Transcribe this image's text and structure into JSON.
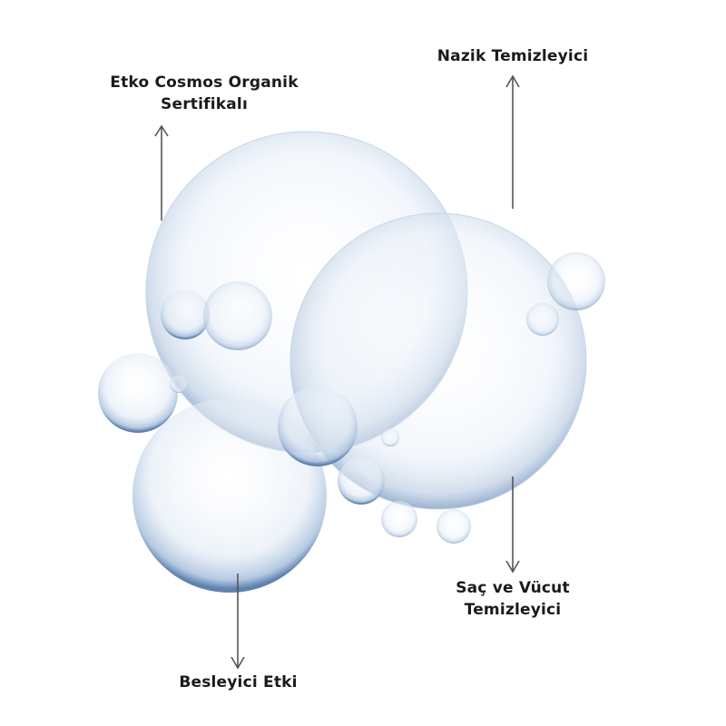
{
  "labels": {
    "top_left": [
      "Etko Cosmos Organik",
      "Sertifikalı"
    ],
    "top_right": [
      "Nazik Temizleyici"
    ],
    "bottom_left": [
      "Besleyici Etki"
    ],
    "bottom_right": [
      "Saç ve Vücut",
      "Temizleyici"
    ]
  },
  "colors": {
    "text": "#1a1a1a",
    "arrow": "#555555",
    "bubble_edge": "#6f8fb8",
    "bubble_fill": "#eaf1f8"
  }
}
